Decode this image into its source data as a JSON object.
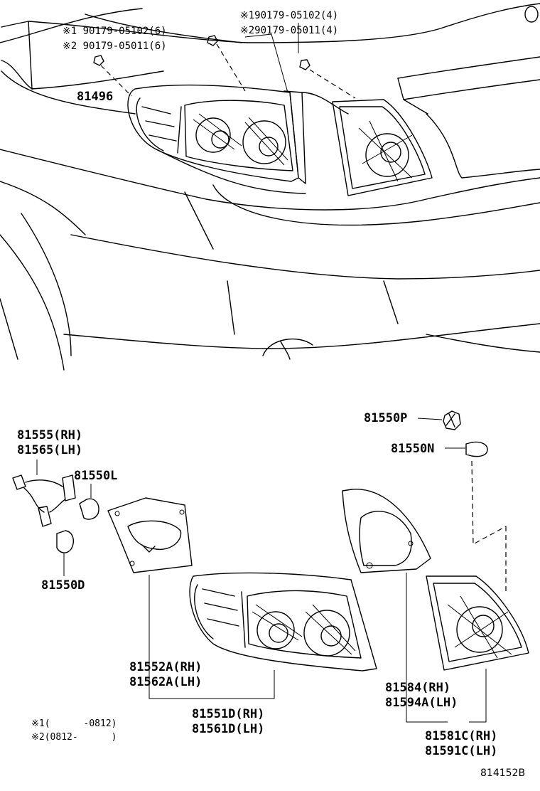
{
  "diagram": {
    "code": "814152B",
    "notes": [
      {
        "mark": "※1",
        "text": "(      -0812)"
      },
      {
        "mark": "※2",
        "text": "(0812-      )"
      }
    ]
  },
  "top": {
    "fastener_right_1": "※190179-05102(4)",
    "fastener_right_2": "※290179-05011(4)",
    "fastener_left_1": "※1 90179-05102(6)",
    "fastener_left_2": "※2 90179-05011(6)",
    "part_81496": "81496"
  },
  "parts": {
    "p81550P": "81550P",
    "p81550N": "81550N",
    "p81555": "81555(RH)",
    "p81565": "81565(LH)",
    "p81550L": "81550L",
    "p81550D": "81550D",
    "p81552A": "81552A(RH)",
    "p81562A": "81562A(LH)",
    "p81551D": "81551D(RH)",
    "p81561D": "81561D(LH)",
    "p81584": "81584(RH)",
    "p81594A": "81594A(LH)",
    "p81581C": "81581C(RH)",
    "p81591C": "81591C(LH)"
  }
}
